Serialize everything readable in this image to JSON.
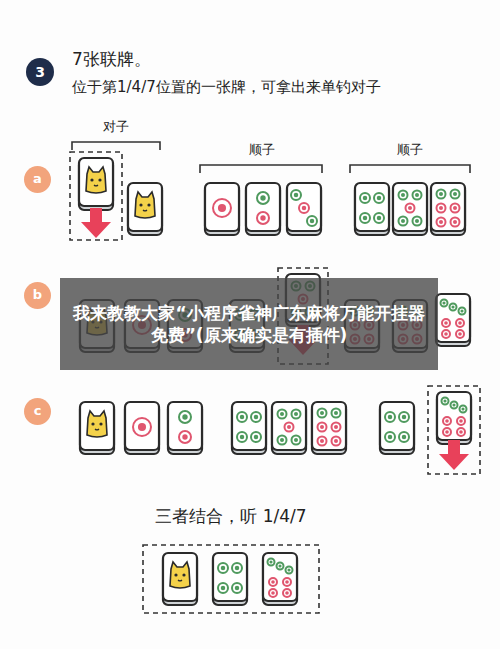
{
  "diagram": {
    "title": "7张联牌。",
    "nodes": [
      {
        "text": [
          "3"
        ]
      },
      {
        "text": [
          "a"
        ]
      },
      {
        "text": [
          "b"
        ]
      },
      {
        "text": [
          "c"
        ]
      },
      {
        "text": [
          "我来教教大家“小程序雀神广东麻将万能开挂器免费”(原来确实是有插件)"
        ]
      }
    ],
    "labels": [
      "位于第1/4/7位置的一张牌，可拿出来单钓对子",
      "对子",
      "顺子",
      "顺子",
      "三者结合，听 1/4/7"
    ]
  }
}
